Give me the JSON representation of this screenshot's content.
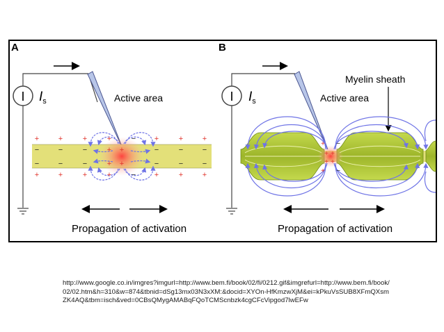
{
  "panels": {
    "a": {
      "label": "A",
      "current_symbol": "I",
      "current_label_main": "I",
      "current_label_sub": "s",
      "active_label": "Active area",
      "propagation_label": "Propagation of activation"
    },
    "b": {
      "label": "B",
      "current_symbol": "I",
      "current_label_main": "I",
      "current_label_sub": "s",
      "active_label": "Active area",
      "myelin_label": "Myelin sheath",
      "propagation_label": "Propagation of activation"
    }
  },
  "charges": {
    "plus": "+",
    "minus": "−"
  },
  "caption": {
    "url": "http://www.google.co.in/imgres?imgurl=http://www.bem.fi/book/02/fi/0212.gif&imgrefurl=http://www.bem.fi/book/02/02.htm&h=310&w=874&tbnid=dSg13mx03N3xXM:&docid=XYOn-HfKmzwXjM&ei=kPkuVsSUB8XFmQXsmZK4AQ&tbm=isch&ved=0CBsQMygAMABqFQoTCMScnbzk4cgCFcVipgod7lwEFw"
  },
  "colors": {
    "axon": "#e3e079",
    "myelin": "#a9c233",
    "field_lines": "#6f74e6",
    "active_glow": "#ff4b4b",
    "plus": "#e0312a",
    "minus": "#222222"
  }
}
